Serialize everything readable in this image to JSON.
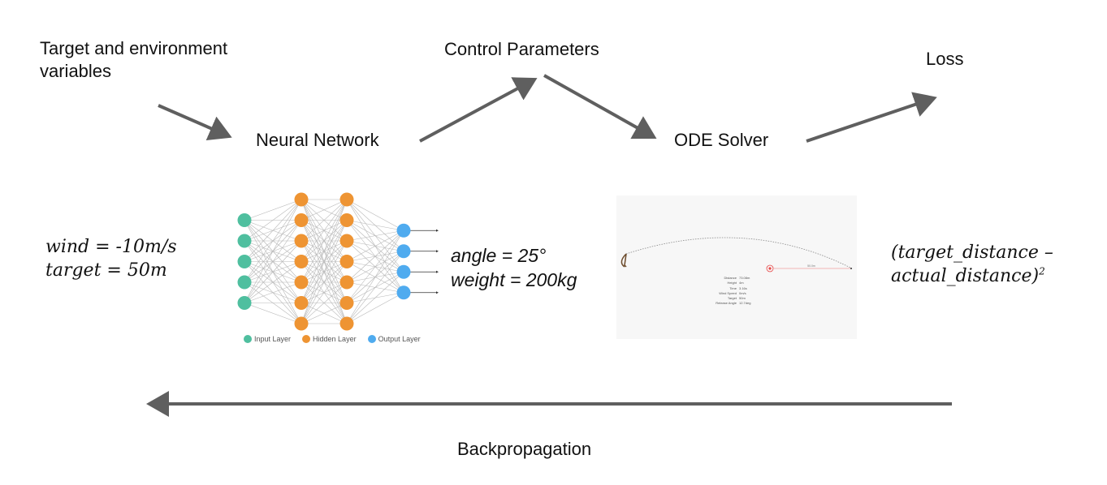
{
  "labels": {
    "inputs": "Target and environment variables",
    "inputs_line1": "Target and environment",
    "inputs_line2": "variables",
    "neural_network": "Neural Network",
    "control_parameters": "Control Parameters",
    "ode_solver": "ODE Solver",
    "loss": "Loss",
    "backpropagation": "Backpropagation"
  },
  "inputs_values": {
    "wind": "wind = -10m/s",
    "target": "target = 50m"
  },
  "control_values": {
    "angle": "angle = 25°",
    "weight": "weight = 200kg"
  },
  "loss_formula": {
    "line1": "(target_distance –",
    "line2": "actual_distance)",
    "exponent": "2"
  },
  "neural_net_figure": {
    "layers": [
      {
        "name": "input",
        "nodes": 5,
        "color": "#4fbf9f"
      },
      {
        "name": "hidden1",
        "nodes": 7,
        "color": "#ee9433"
      },
      {
        "name": "hidden2",
        "nodes": 7,
        "color": "#ee9433"
      },
      {
        "name": "output",
        "nodes": 4,
        "color": "#4fabef"
      }
    ],
    "legend": [
      {
        "label": "Input Layer",
        "color": "#4fbf9f"
      },
      {
        "label": "Hidden Layer",
        "color": "#ee9433"
      },
      {
        "label": "Output Layer",
        "color": "#4fabef"
      }
    ]
  },
  "simulation": {
    "target_line_label": "50.0m",
    "stats": [
      {
        "key": "Distance",
        "value": "73.08m"
      },
      {
        "key": "Height",
        "value": "4m"
      },
      {
        "key": "Time",
        "value": "3.16s"
      },
      {
        "key": "Wind Speed",
        "value": "0m/s"
      },
      {
        "key": "Target",
        "value": "50m"
      },
      {
        "key": "Release Angle",
        "value": "12.7deg"
      }
    ]
  },
  "colors": {
    "arrow": "#5f5f5f",
    "sim_background": "#f7f7f7",
    "target_marker": "#e84545"
  }
}
